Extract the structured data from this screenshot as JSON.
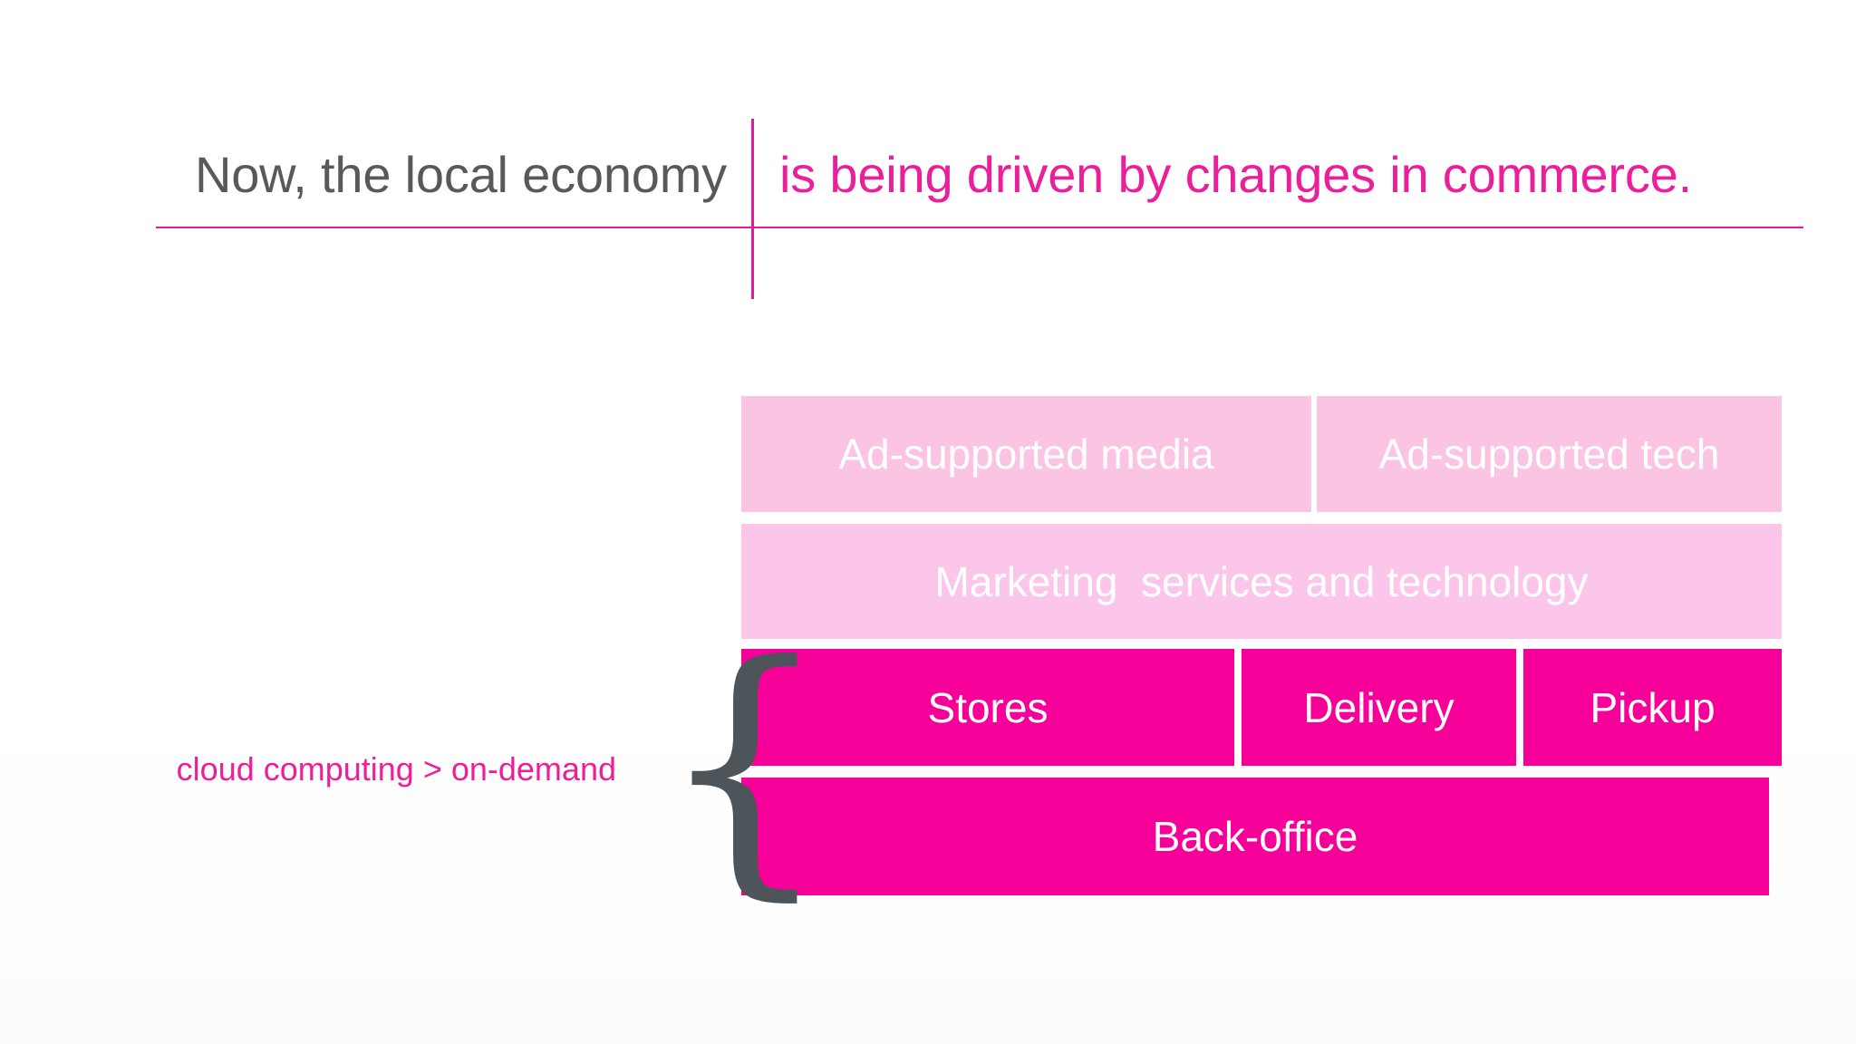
{
  "header": {
    "left_text": "Now, the local economy",
    "right_text": "is being driven by changes in commerce.",
    "left_color": "#58595b",
    "right_color": "#ec1f9a",
    "rule_color": "#e6189b"
  },
  "annotation": {
    "label": "cloud computing > on-demand",
    "color": "#ec1f9a",
    "brace_glyph": "{",
    "brace_color": "#4d545a"
  },
  "stack": {
    "rows": [
      {
        "tier": "tier-1",
        "color": "#fac4e2",
        "cells": [
          {
            "label": "Ad-supported media"
          },
          {
            "label": "Ad-supported tech"
          }
        ]
      },
      {
        "tier": "tier-2",
        "color": "#fcc6ea",
        "cells": [
          {
            "label": "Marketing  services and technology"
          }
        ]
      },
      {
        "tier": "tier-3",
        "color": "#f7009a",
        "cells": [
          {
            "label": "Stores"
          },
          {
            "label": "Delivery"
          },
          {
            "label": "Pickup"
          }
        ]
      },
      {
        "tier": "tier-3",
        "color": "#f7009a",
        "cells": [
          {
            "label": "Back-office"
          }
        ]
      }
    ]
  }
}
